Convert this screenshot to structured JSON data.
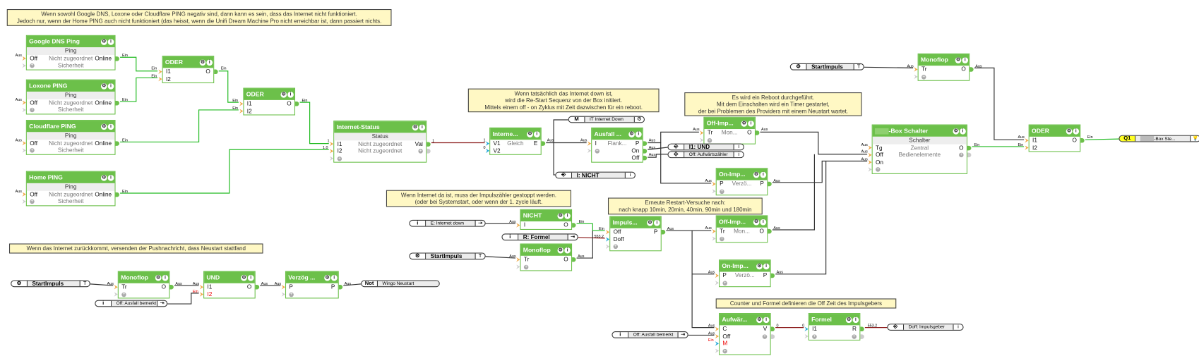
{
  "colors": {
    "block_green": "#6cc04a",
    "wire_digital_on": "#22bb22",
    "wire_analog": "#8b1a1a",
    "wire_off": "#333333",
    "note_bg": "#fff8c4",
    "output_yellow": "#ffff22",
    "analog_input": "#20a8d8",
    "digital_input": "#f0a848"
  },
  "notes": [
    {
      "id": "n_top",
      "lines": [
        "Wenn sowohl Google DNS, Loxone oder Cloudflare PING negativ sind, dann kann es sein, dass das Internet nicht funktioniert.",
        "Jedoch nur, wenn der Home PING auch nicht funktioniert (das heisst, wenn die Unifi Dream Machine Pro nicht erreichbar ist, dann passiert nichts."
      ]
    },
    {
      "id": "n_down",
      "lines": [
        "Wenn tatsächlich das Internet down ist,",
        "wird die Re-Start Sequenz von der       Box initiiert.",
        "Mittels einem off - on Zyklus mit Zeit dazwischen für ein reboot."
      ]
    },
    {
      "id": "n_reboot",
      "lines": [
        "Es wird ein Reboot durchgeführt.",
        "Mit dem Einschalten wird ein Timer gestartet,",
        "der bei Problemen des Providers mit einem Neustart wartet."
      ]
    },
    {
      "id": "n_da",
      "lines": [
        "Wenn Internet da ist, muss der Impulszähler gestoppt werden.",
        "(oder bei Systemstart, oder wenn der 1. zycle läuft."
      ]
    },
    {
      "id": "n_erneut",
      "lines": [
        "Erneute Restart-Versuche nach:",
        "nach knapp 10min, 20min,  40min, 90min und 180min"
      ]
    },
    {
      "id": "n_counter",
      "lines": [
        "Counter und Formel definieren die Off Zeit des Impulsgebers"
      ]
    },
    {
      "id": "n_push",
      "lines": [
        "Wenn das Internet zurückkommt, versenden der Pushnachricht, dass Neustart stattfand"
      ]
    }
  ],
  "blocks": [
    {
      "id": "google",
      "title": "Google DNS Ping",
      "rows": [
        {
          "sub": "Ping"
        },
        {
          "l": "Off",
          "m": "Nicht zugeordnet",
          "r": "Online",
          "lw": "Aus",
          "rw": "Ein"
        },
        {
          "plus": true,
          "m": "Sicherheit"
        }
      ]
    },
    {
      "id": "loxone",
      "title": "Loxone PING",
      "rows": [
        {
          "sub": "Ping"
        },
        {
          "l": "Off",
          "m": "Nicht zugeordnet",
          "r": "Online",
          "lw": "Aus",
          "rw": "Ein"
        },
        {
          "plus": true,
          "m": "Sicherheit"
        }
      ]
    },
    {
      "id": "cloudflare",
      "title": "Cloudflare PING",
      "rows": [
        {
          "sub": "Ping"
        },
        {
          "l": "Off",
          "m": "Nicht zugeordnet",
          "r": "Online",
          "lw": "Aus",
          "rw": "Ein"
        },
        {
          "plus": true,
          "m": "Sicherheit"
        }
      ]
    },
    {
      "id": "home",
      "title": "Home PING",
      "rows": [
        {
          "sub": "Ping"
        },
        {
          "l": "Off",
          "m": "Nicht zugeordnet",
          "r": "Online",
          "lw": "Aus",
          "rw": "Ein"
        },
        {
          "plus": true,
          "m": "Sicherheit"
        }
      ]
    },
    {
      "id": "oder1",
      "title": "ODER",
      "rows": [
        {
          "l": "I1",
          "r": "O",
          "lw": "Ein",
          "rw": "Ein"
        },
        {
          "l": "I2",
          "lw": "Ein"
        }
      ]
    },
    {
      "id": "oder2",
      "title": "ODER",
      "rows": [
        {
          "l": "I1",
          "r": "O",
          "lw": "Ein",
          "rw": "Ein"
        },
        {
          "l": "I2",
          "lw": "Ein"
        }
      ]
    },
    {
      "id": "status",
      "title": "Internet-Status",
      "rows": [
        {
          "sub": "Status"
        },
        {
          "l": "I1",
          "m": "Nicht zugeordnet",
          "r": "Val",
          "lw": "1",
          "rw": "1"
        },
        {
          "l": "I2",
          "m": "Nicht zugeordnet",
          "rplus": true,
          "lw": "1.0"
        },
        {
          "plus": true
        }
      ]
    },
    {
      "id": "interne",
      "title": "Interne...",
      "rows": [
        {
          "l": "V1",
          "m": "Gleich",
          "r": "E",
          "lw": "1",
          "rw": "Aus",
          "analog": true
        },
        {
          "l": "V2",
          "lw": "0",
          "analog": true
        }
      ]
    },
    {
      "id": "ausfall",
      "title": "Ausfall ...",
      "rows": [
        {
          "l": "I",
          "m": "Flank...",
          "r": "P",
          "lw": "Aus",
          "rw": "Aus"
        },
        {
          "plus": true,
          "r": "On",
          "rw": "Aus"
        },
        {
          "r": "Off",
          "rw": "Aus"
        }
      ]
    },
    {
      "id": "offimp1",
      "title": "Off-Imp...",
      "rows": [
        {
          "l": "Tr",
          "m": "Mon...",
          "r": "O",
          "lw": "Aus",
          "rw": "Aus"
        },
        {
          "plus": true
        }
      ]
    },
    {
      "id": "onimp1",
      "title": "On-Imp...",
      "rows": [
        {
          "l": "P",
          "m": "Verzö...",
          "r": "P",
          "lw": "Aus",
          "rw": "Aus"
        },
        {
          "plus": true
        }
      ]
    },
    {
      "id": "monotr",
      "title": "Monoflop",
      "rows": [
        {
          "l": "Tr",
          "r": "O",
          "lw": "Aus",
          "rw": "Aus"
        },
        {
          "plus": true
        }
      ]
    },
    {
      "id": "schalter",
      "title": "-Box Schalter",
      "redacted": true,
      "rows": [
        {
          "sub": "Schalter"
        },
        {
          "l": "Tg",
          "m": "Zentral",
          "r": "O",
          "lw": "Aus",
          "rw": "Ein"
        },
        {
          "l": "Off",
          "m": "Bedienelemente",
          "rplus": true,
          "lw": "Aus"
        },
        {
          "l": "On",
          "lw": "Aus"
        },
        {
          "plus": true
        }
      ]
    },
    {
      "id": "oderr",
      "title": "ODER",
      "rows": [
        {
          "l": "I1",
          "r": "O",
          "lw": "Aus",
          "rw": "Ein"
        },
        {
          "l": "I2",
          "lw": "Ein"
        }
      ]
    },
    {
      "id": "nicht",
      "title": "NICHT",
      "rows": [
        {
          "l": "I",
          "r": "O",
          "lw": "Aus",
          "rw": "Ein"
        }
      ]
    },
    {
      "id": "monom",
      "title": "Monoflop",
      "rows": [
        {
          "l": "Tr",
          "r": "O",
          "lw": "Aus",
          "rw": "Aus"
        },
        {
          "plus": true
        }
      ]
    },
    {
      "id": "impuls",
      "title": "Impuls...",
      "rows": [
        {
          "l": "Off",
          "r": "P",
          "lw": "Ein",
          "rw": "Aus"
        },
        {
          "l": "Doff",
          "lw": "553.2",
          "analog": true
        },
        {
          "plus": true
        }
      ]
    },
    {
      "id": "offimp2",
      "title": "Off-Imp...",
      "rows": [
        {
          "l": "Tr",
          "m": "Mon...",
          "r": "O",
          "lw": "Aus",
          "rw": "Aus"
        },
        {
          "plus": true
        }
      ]
    },
    {
      "id": "onimp2",
      "title": "On-Imp...",
      "rows": [
        {
          "l": "P",
          "m": "Verzö...",
          "r": "P",
          "lw": "Aus",
          "rw": "Aus"
        },
        {
          "plus": true
        }
      ]
    },
    {
      "id": "aufwaer",
      "title": "Aufwär...",
      "rows": [
        {
          "l": "C",
          "r": "V",
          "lw": "Aus",
          "rw": "0"
        },
        {
          "l": "Off",
          "rplus": true,
          "lw": "Aus"
        },
        {
          "l": "M",
          "lw": "Ein",
          "red": true,
          "analog": true
        },
        {
          "plus": true
        }
      ]
    },
    {
      "id": "formel",
      "title": "Formel",
      "rows": [
        {
          "l": "I1",
          "r": "R",
          "lw": "0",
          "rw": "553.2",
          "analog": true
        },
        {
          "plus": true,
          "rplus": true
        }
      ]
    },
    {
      "id": "monob",
      "title": "Monoflop",
      "rows": [
        {
          "l": "Tr",
          "r": "O",
          "lw": "Aus",
          "rw": "Aus"
        },
        {
          "plus": true
        }
      ]
    },
    {
      "id": "und",
      "title": "UND",
      "rows": [
        {
          "l": "I1",
          "r": "O",
          "lw": "Aus",
          "rw": "Aus"
        },
        {
          "l": "I2",
          "lw": "Ein",
          "red": true
        }
      ]
    },
    {
      "id": "verz",
      "title": "Verzög ...",
      "rows": [
        {
          "l": "P",
          "r": "P",
          "lw": "Aus",
          "rw": "Aus"
        },
        {
          "plus": true
        }
      ]
    }
  ],
  "refs": [
    {
      "id": "mref",
      "a": "M",
      "b": "IT Internet Down",
      "c_icon": "gear"
    },
    {
      "id": "undref",
      "a_icon": "exit",
      "b": "I1: UND",
      "c": "i",
      "big": true
    },
    {
      "id": "aufwref",
      "a_icon": "exit",
      "b": "Off: Aufwärtszähler",
      "c": "i"
    },
    {
      "id": "nichtref",
      "a_icon": "exit",
      "b": "I: NICHT",
      "c": "i",
      "big": true
    },
    {
      "id": "start1",
      "a_icon": "gear",
      "b": "StartImpuls",
      "c": "T",
      "big": true
    },
    {
      "id": "q1",
      "a": "Q1",
      "b": "-Box Ste...",
      "redacted": true,
      "c_icon": "bulb",
      "yellow": true
    },
    {
      "id": "einet",
      "a": "i",
      "b": "E: Internet down",
      "c_icon": "enter"
    },
    {
      "id": "rformel",
      "a": "i",
      "b": "R: Formel",
      "c_icon": "enter",
      "big": true
    },
    {
      "id": "start2",
      "a_icon": "gear",
      "b": "StartImpuls",
      "c": "T",
      "big": true
    },
    {
      "id": "ausfallr",
      "a": "i",
      "b": "Off: Ausfall bemerkt",
      "c_icon": "enter"
    },
    {
      "id": "doffref",
      "a_icon": "exit",
      "b": "Doff: Impulsgeber",
      "c": "i"
    },
    {
      "id": "start3",
      "a_icon": "gear",
      "b": "StartImpuls",
      "c": "T",
      "big": true
    },
    {
      "id": "ausfallb",
      "a": "i",
      "b": "Off: Ausfall bemerkt",
      "c_icon": "enter"
    },
    {
      "id": "notref",
      "a": "Not",
      "b": "Wingo Neustart"
    }
  ]
}
